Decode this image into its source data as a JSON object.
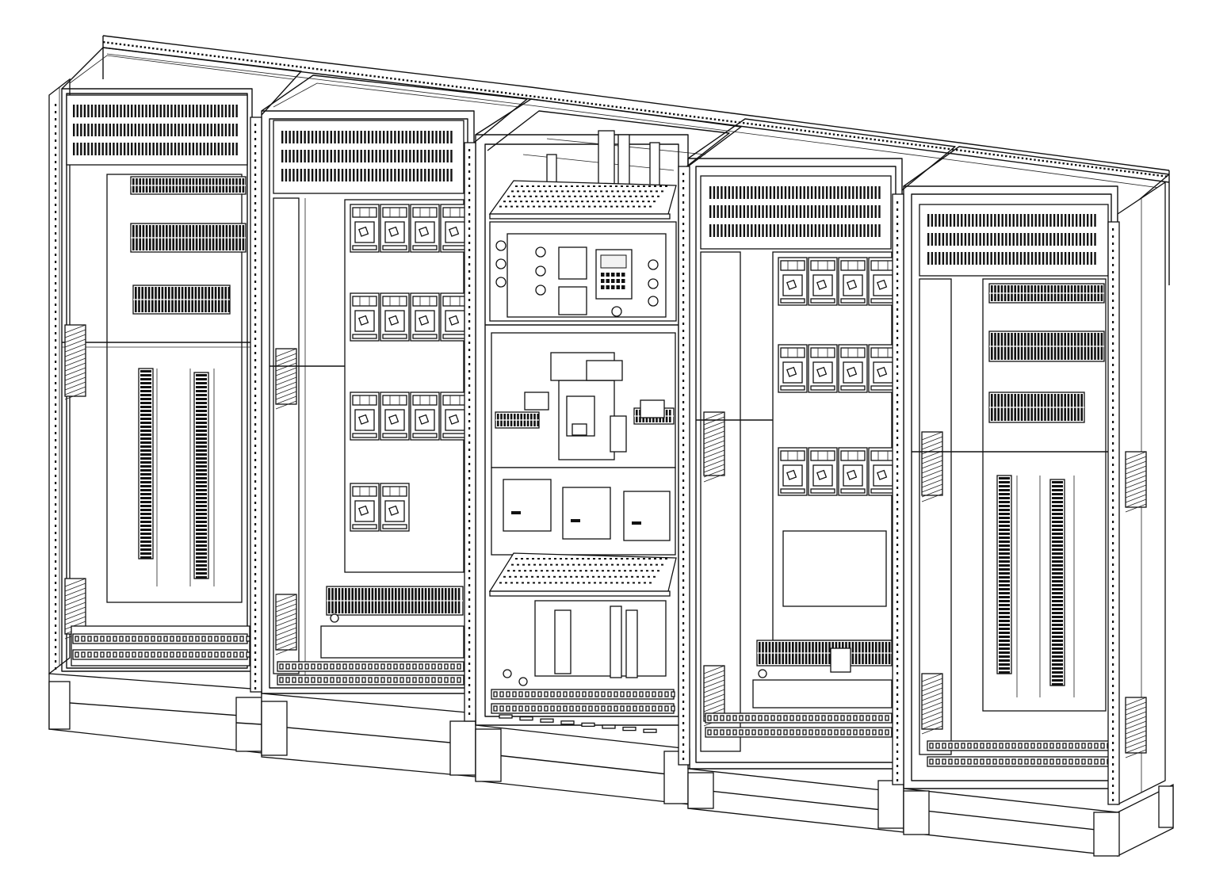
{
  "drawing": {
    "line_color": "#111111",
    "background": "#ffffff",
    "bays": [
      {
        "id": 1,
        "type": "terminal-bay"
      },
      {
        "id": 2,
        "type": "breaker-bay"
      },
      {
        "id": 3,
        "type": "control-bay"
      },
      {
        "id": 4,
        "type": "breaker-bay"
      },
      {
        "id": 5,
        "type": "terminal-bay"
      }
    ]
  }
}
